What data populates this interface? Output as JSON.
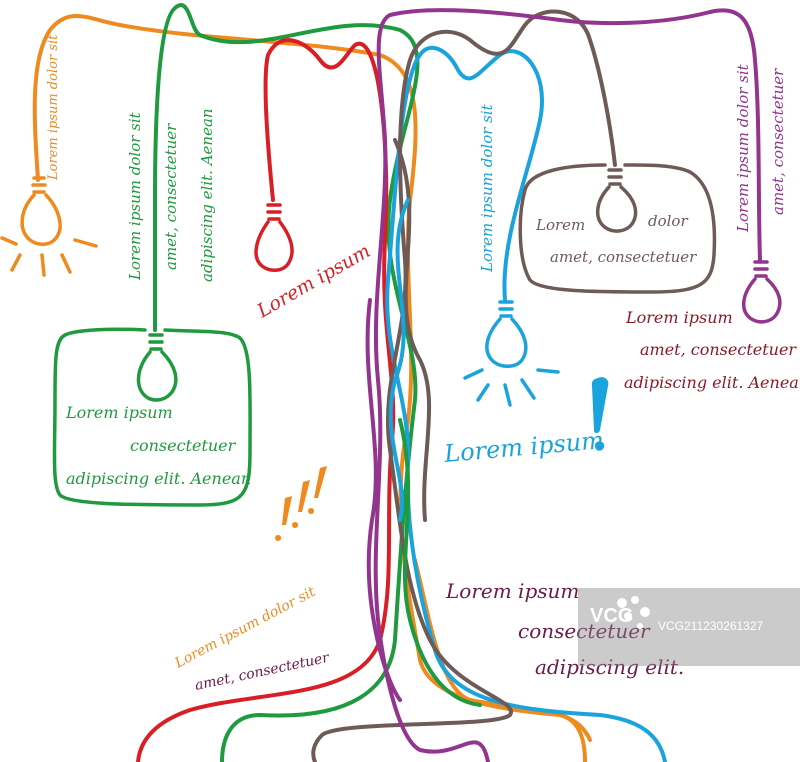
{
  "colors": {
    "orange": "#ee8a1e",
    "green": "#1f9a3f",
    "red": "#d81f26",
    "blue": "#1aa3dd",
    "brown": "#6e5b57",
    "purple": "#93358e",
    "darkred": "#8a1a2a",
    "darkpurple": "#6b1a4a"
  },
  "texts": {
    "orange_vertical": "Lorem ipsum dolor sit",
    "green_col1": "Lorem ipsum dolor sit",
    "green_col2": "amet, consectetuer",
    "green_col3": "adipiscing elit. Aenean",
    "red_label": "Lorem ipsum",
    "blue_vertical": "Lorem ipsum dolor sit",
    "brown_line1_a": "Lorem",
    "brown_line1_b": "dolor",
    "brown_line2": "amet, consectetuer",
    "purple_col1": "Lorem ipsum dolor sit",
    "purple_col2": "amet, consectetuer",
    "darkred_line1": "Lorem ipsum",
    "darkred_line2": "amet, consectetuer",
    "darkred_line3": "adipiscing elit. Aenean",
    "green_box_line1": "Lorem ipsum",
    "green_box_line2": "consectetuer",
    "green_box_line3": "adipiscing elit. Aenean",
    "blue_big": "Lorem ipsum",
    "exclaim_triple": "!!!",
    "orange_diag": "Lorem ipsum dolor sit",
    "diag_line2": "amet, consectetuer",
    "purple_line1": "Lorem ipsum",
    "purple_line2": "consectetuer",
    "purple_line3": "adipiscing elit."
  },
  "watermark": {
    "logo": "VCG",
    "id": "VCG21123026132​7"
  }
}
